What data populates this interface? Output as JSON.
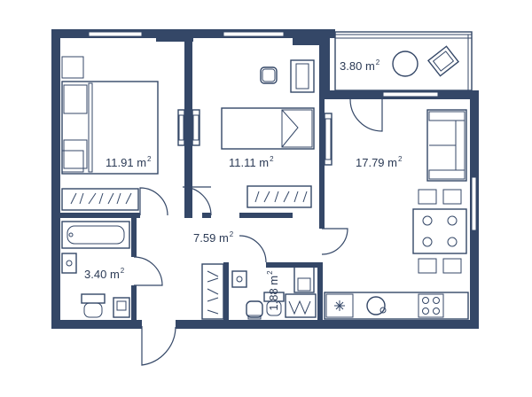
{
  "rooms": [
    {
      "id": "bedroom-1",
      "area": "11.91",
      "unit": "m",
      "sup": "2"
    },
    {
      "id": "bedroom-2",
      "area": "11.11",
      "unit": "m",
      "sup": "2"
    },
    {
      "id": "living-kitchen",
      "area": "17.79",
      "unit": "m",
      "sup": "2"
    },
    {
      "id": "balcony",
      "area": "3.80",
      "unit": "m",
      "sup": "2"
    },
    {
      "id": "hallway",
      "area": "7.59",
      "unit": "m",
      "sup": "2"
    },
    {
      "id": "bathroom",
      "area": "3.40",
      "unit": "m",
      "sup": "2"
    },
    {
      "id": "toilet",
      "area": "1.88",
      "unit": "m",
      "sup": "2"
    }
  ],
  "colors": {
    "wall": "#344767",
    "text": "#2b3a55",
    "background": "#ffffff"
  },
  "icons": [
    "bed-icon",
    "wardrobe-icon",
    "desk-icon",
    "chair-icon",
    "sofa-icon",
    "dining-table-icon",
    "stove-icon",
    "sink-icon",
    "bathtub-icon",
    "toilet-icon",
    "washing-machine-icon",
    "armchair-icon",
    "round-table-icon",
    "fridge-icon"
  ]
}
